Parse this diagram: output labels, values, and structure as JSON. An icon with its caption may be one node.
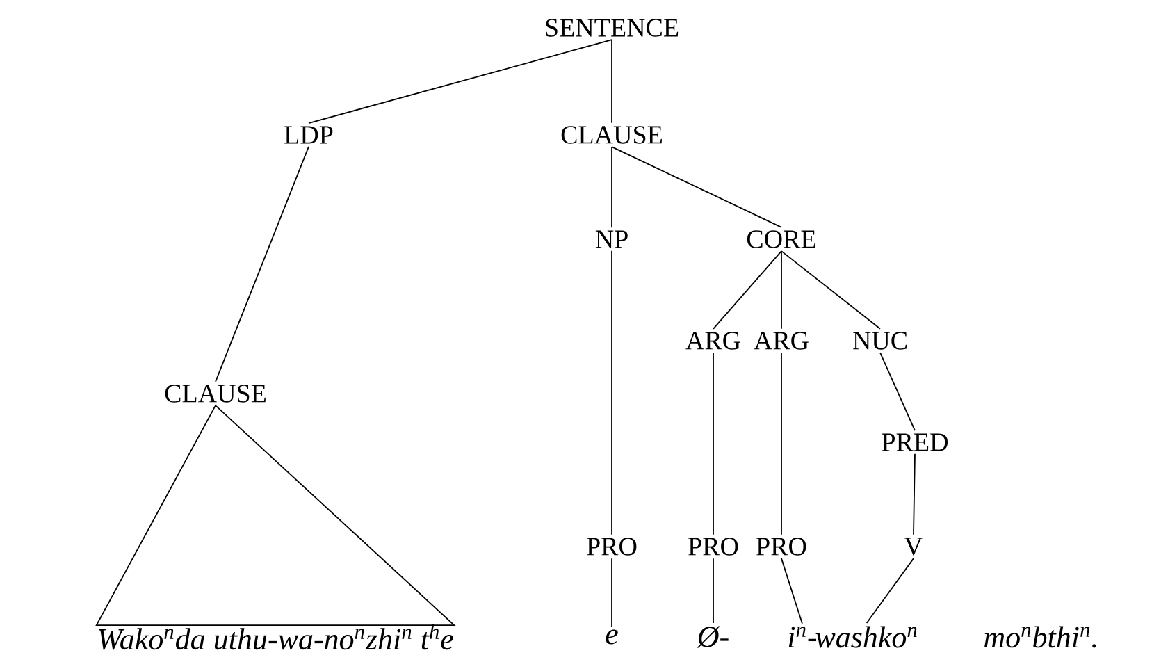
{
  "diagram": {
    "nodes": [
      {
        "text": [
          "SENTENCE"
        ]
      },
      {
        "text": [
          "LDP"
        ]
      },
      {
        "text": [
          "CLAUSE"
        ]
      },
      {
        "text": [
          "NP"
        ]
      },
      {
        "text": [
          "CORE"
        ]
      },
      {
        "text": [
          "CLAUSE"
        ]
      },
      {
        "text": [
          "ARG"
        ]
      },
      {
        "text": [
          "ARG"
        ]
      },
      {
        "text": [
          "NUC"
        ]
      },
      {
        "text": [
          "PRED"
        ]
      },
      {
        "text": [
          "PRO"
        ]
      },
      {
        "text": [
          "PRO"
        ]
      },
      {
        "text": [
          "PRO"
        ]
      },
      {
        "text": [
          "V"
        ]
      },
      {
        "text": [
          "Wako$^{n}$da uthu-wa-no$^{n}$zhi$^{n}$  t$^{h}$e"
        ]
      },
      {
        "text": [
          "e"
        ]
      },
      {
        "text": [
          "Ø-"
        ]
      },
      {
        "text": [
          "i$^{n}$-"
        ]
      },
      {
        "text": [
          "washko$^{n}$"
        ]
      }
    ],
    "edges": [
      {
        "from": 0,
        "to": 1,
        "arrow": "none"
      },
      {
        "from": 0,
        "to": 2,
        "arrow": "none"
      },
      {
        "from": 1,
        "to": 5,
        "arrow": "none"
      },
      {
        "from": 2,
        "to": 3,
        "arrow": "none"
      },
      {
        "from": 2,
        "to": 4,
        "arrow": "none"
      },
      {
        "from": 4,
        "to": 6,
        "arrow": "none"
      },
      {
        "from": 4,
        "to": 7,
        "arrow": "none"
      },
      {
        "from": 4,
        "to": 8,
        "arrow": "none"
      },
      {
        "from": 8,
        "to": 9,
        "arrow": "none"
      },
      {
        "from": 3,
        "to": 10,
        "arrow": "none"
      },
      {
        "from": 6,
        "to": 11,
        "arrow": "none"
      },
      {
        "from": 7,
        "to": 12,
        "arrow": "none"
      },
      {
        "from": 9,
        "to": 13,
        "arrow": "none"
      },
      {
        "from": 5,
        "to": 14,
        "arrow": "none"
      },
      {
        "from": 10,
        "to": 15,
        "arrow": "none"
      },
      {
        "from": 11,
        "to": 16,
        "arrow": "none"
      },
      {
        "from": 12,
        "to": 17,
        "arrow": "none"
      },
      {
        "from": 13,
        "to": 18,
        "arrow": "none"
      }
    ],
    "labels": [
      "mo$^{n}$bthi$^{n}$."
    ]
  }
}
